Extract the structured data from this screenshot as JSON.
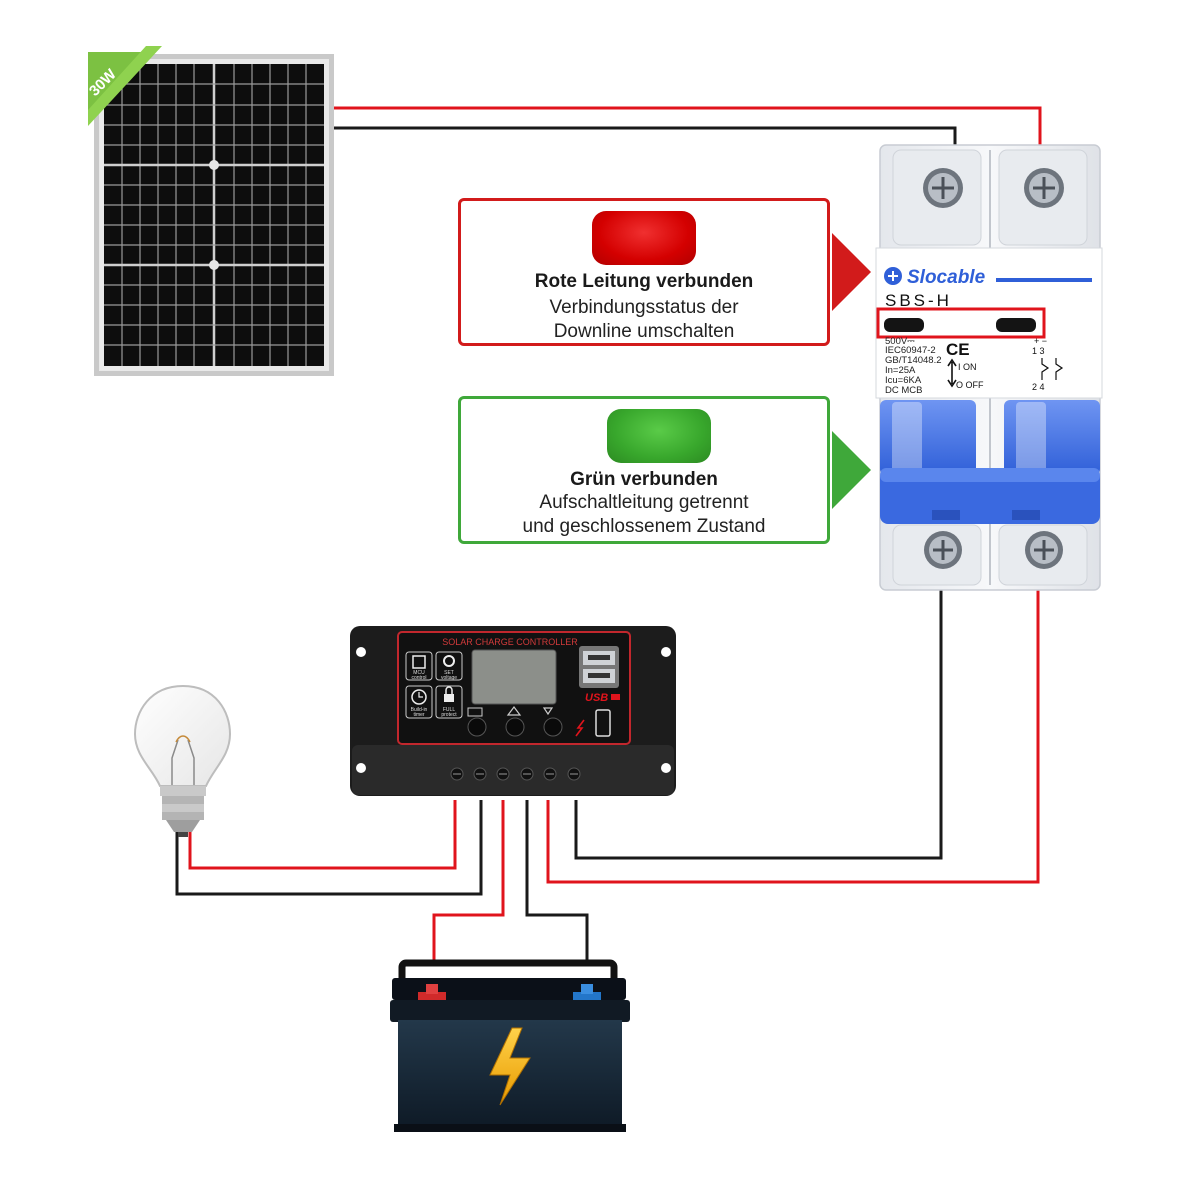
{
  "panel": {
    "badge": "30W"
  },
  "breaker": {
    "brand": "Slocable",
    "model": "SBS-H",
    "spec_lines": [
      "500V⎓",
      "IEC60947-2",
      "GB/T14048.2",
      "In=25A",
      "Icu=6KA",
      "DC MCB"
    ],
    "ce_mark": "CE",
    "on_label": "I ON",
    "off_label": "O OFF",
    "terminal_top": "1   3",
    "terminal_bottom": "2   4",
    "polarity": "+   −"
  },
  "callouts": {
    "red": {
      "title": "Rote Leitung verbunden",
      "line1": "Verbindungsstatus der",
      "line2": "Downline umschalten",
      "color": "#d21b1b"
    },
    "green": {
      "title": "Grün verbunden",
      "line1": "Aufschaltleitung getrennt",
      "line2": "und geschlossenem Zustand",
      "color": "#3fa83a"
    }
  },
  "controller": {
    "header": "SOLAR CHARGE CONTROLLER",
    "usb_label": "USB",
    "icons": [
      {
        "icon": "chip-icon",
        "label1": "MCU",
        "label2": "control"
      },
      {
        "icon": "gear-icon",
        "label1": "SET",
        "label2": "voltage"
      },
      {
        "icon": "clock-icon",
        "label1": "Build-in",
        "label2": "timer"
      },
      {
        "icon": "lock-icon",
        "label1": "FULL",
        "label2": "protect"
      }
    ]
  },
  "wires": {
    "positive_color": "#e0141c",
    "negative_color": "#1a1a1a"
  }
}
